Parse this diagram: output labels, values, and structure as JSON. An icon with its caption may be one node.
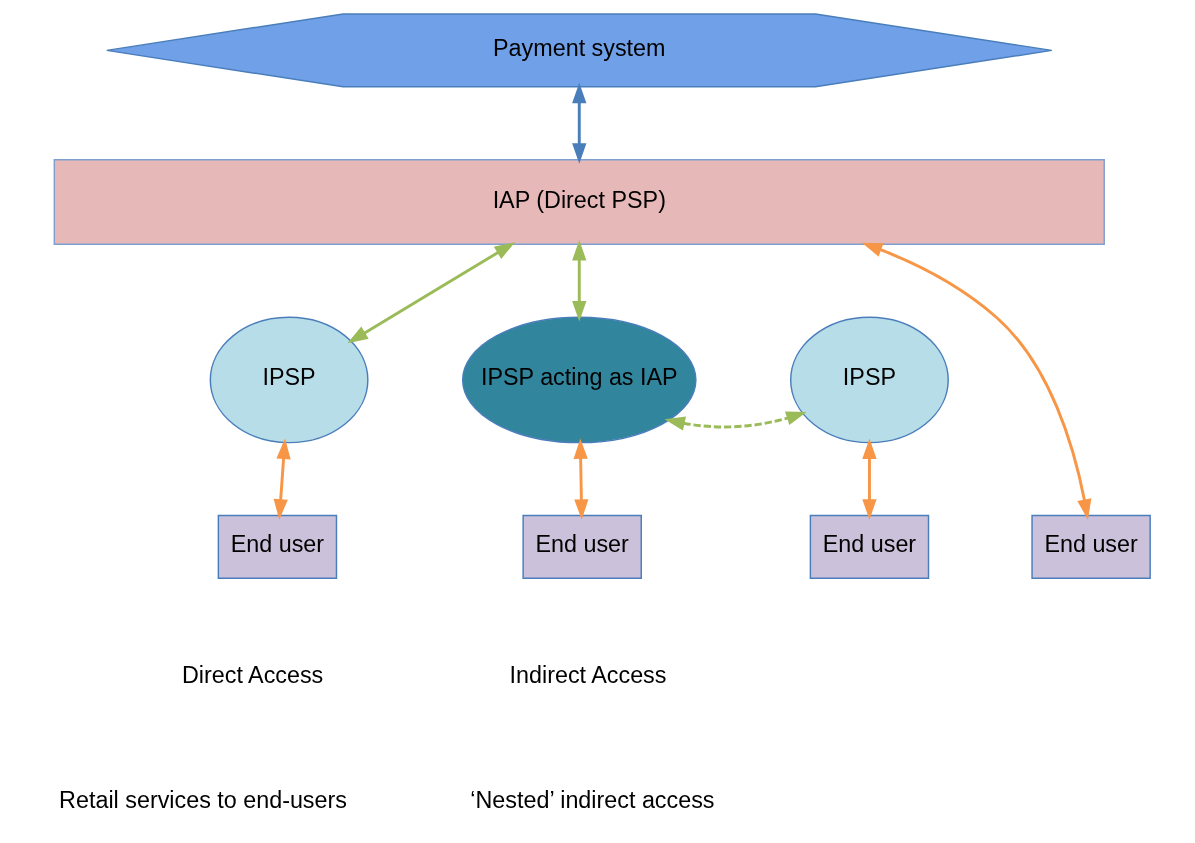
{
  "diagram": {
    "nodes": [
      {
        "text": [
          "Payment system"
        ]
      },
      {
        "text": [
          "IAP (Direct PSP)"
        ]
      },
      {
        "text": [
          "IPSP"
        ]
      },
      {
        "text": [
          "IPSP acting as IAP"
        ]
      },
      {
        "text": [
          "IPSP"
        ]
      },
      {
        "text": [
          "End user"
        ]
      },
      {
        "text": [
          "End user"
        ]
      },
      {
        "text": [
          "End user"
        ]
      },
      {
        "text": [
          "End user"
        ]
      }
    ],
    "edges": [
      {
        "from": 0,
        "to": 1,
        "arrow": "both",
        "color": "#4a7ebb"
      },
      {
        "from": 1,
        "to": 5,
        "arrow": "both",
        "color": "#f79646"
      },
      {
        "from": 1,
        "to": 2,
        "arrow": "both",
        "color": "#9bbb59"
      },
      {
        "from": 1,
        "to": 3,
        "arrow": "both",
        "color": "#9bbb59"
      },
      {
        "from": 3,
        "to": 4,
        "arrow": "both",
        "style": "dashed",
        "color": "#9bbb59"
      },
      {
        "from": 2,
        "to": 6,
        "arrow": "both",
        "color": "#f79646"
      },
      {
        "from": 3,
        "to": 7,
        "arrow": "both",
        "color": "#f79646"
      },
      {
        "from": 4,
        "to": 8,
        "arrow": "both",
        "color": "#f79646"
      }
    ],
    "legend": [
      {
        "text": "Direct Access"
      },
      {
        "text": "Indirect Access"
      },
      {
        "text": "Retail services to end-users"
      },
      {
        "text": "‘Nested’ indirect access"
      }
    ]
  }
}
